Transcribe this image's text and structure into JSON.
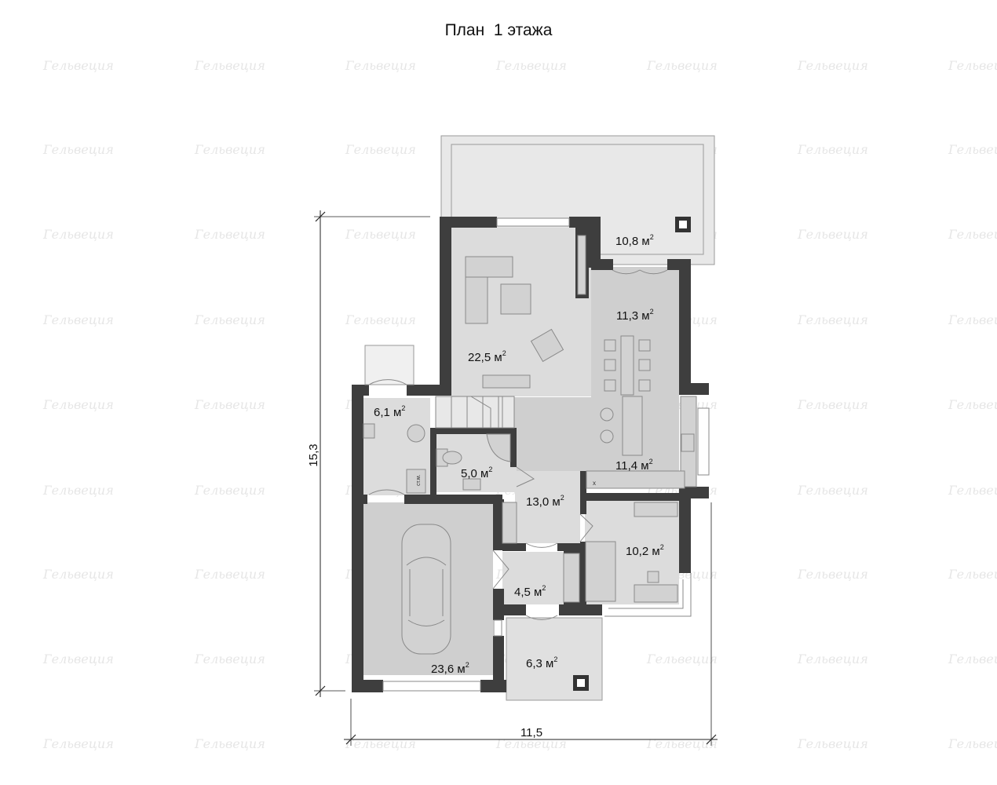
{
  "title": "План  1 этажа",
  "watermark": "Гельвеция",
  "dimensions": {
    "height": "15,3",
    "width": "11,5"
  },
  "rooms": [
    {
      "area": "10,8",
      "unit": "м",
      "sup": "2"
    },
    {
      "area": "11,3",
      "unit": "м",
      "sup": "2"
    },
    {
      "area": "22,5",
      "unit": "м",
      "sup": "2"
    },
    {
      "area": "6,1",
      "unit": "м",
      "sup": "2"
    },
    {
      "area": "5,0",
      "unit": "м",
      "sup": "2"
    },
    {
      "area": "11,4",
      "unit": "м",
      "sup": "2"
    },
    {
      "area": "13,0",
      "unit": "м",
      "sup": "2"
    },
    {
      "area": "10,2",
      "unit": "м",
      "sup": "2"
    },
    {
      "area": "4,5",
      "unit": "м",
      "sup": "2"
    },
    {
      "area": "6,3",
      "unit": "м",
      "sup": "2"
    },
    {
      "area": "23,6",
      "unit": "м",
      "sup": "2"
    }
  ],
  "appliance_labels": {
    "washer": "ст.м.",
    "fridge": "х"
  },
  "colors": {
    "wall": "#3e3e3e",
    "floor": "#dcdcdc",
    "floor_dark": "#cfcfcf"
  }
}
